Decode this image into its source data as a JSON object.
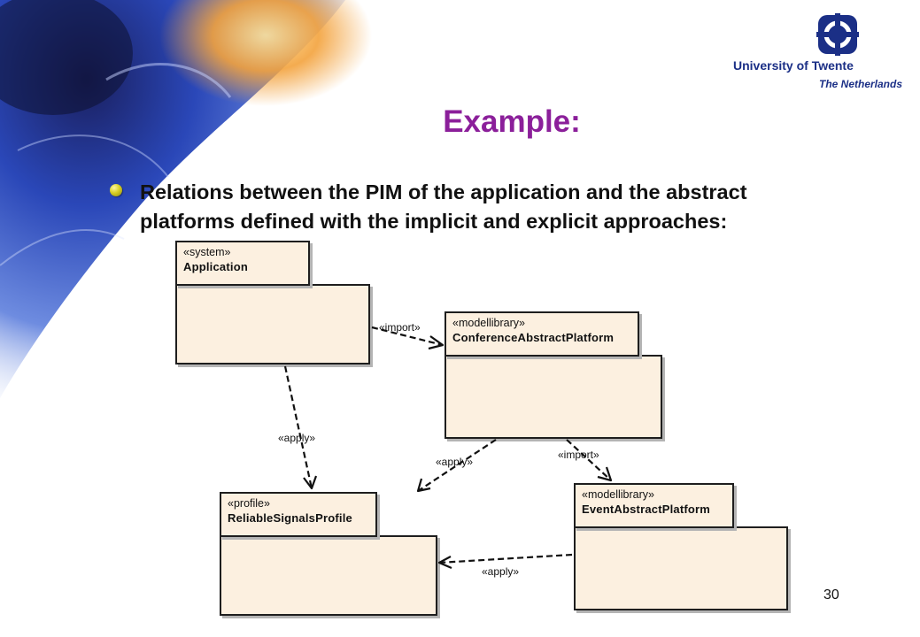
{
  "header": {
    "university_name": "University of Twente",
    "university_country": "The Netherlands"
  },
  "slide": {
    "title": "Example:",
    "bullet_lines": [
      "Relations between the PIM of the application and the abstract",
      "platforms defined with the implicit and explicit approaches:"
    ],
    "page_number": "30"
  },
  "diagram": {
    "packages": {
      "application": {
        "stereotype": "«system»",
        "name": "Application"
      },
      "conference": {
        "stereotype": "«modellibrary»",
        "name": "ConferenceAbstractPlatform"
      },
      "profile": {
        "stereotype": "«profile»",
        "name": "ReliableSignalsProfile"
      },
      "event": {
        "stereotype": "«modellibrary»",
        "name": "EventAbstractPlatform"
      }
    },
    "edges": {
      "app_to_conference": "«import»",
      "app_to_profile": "«apply»",
      "conference_to_profile": "«apply»",
      "conference_to_event": "«import»",
      "event_to_profile": "«apply»"
    }
  },
  "colors": {
    "title": "#8b1f9a",
    "package_fill": "#fcf0e0",
    "logo": "#1b2f86"
  }
}
